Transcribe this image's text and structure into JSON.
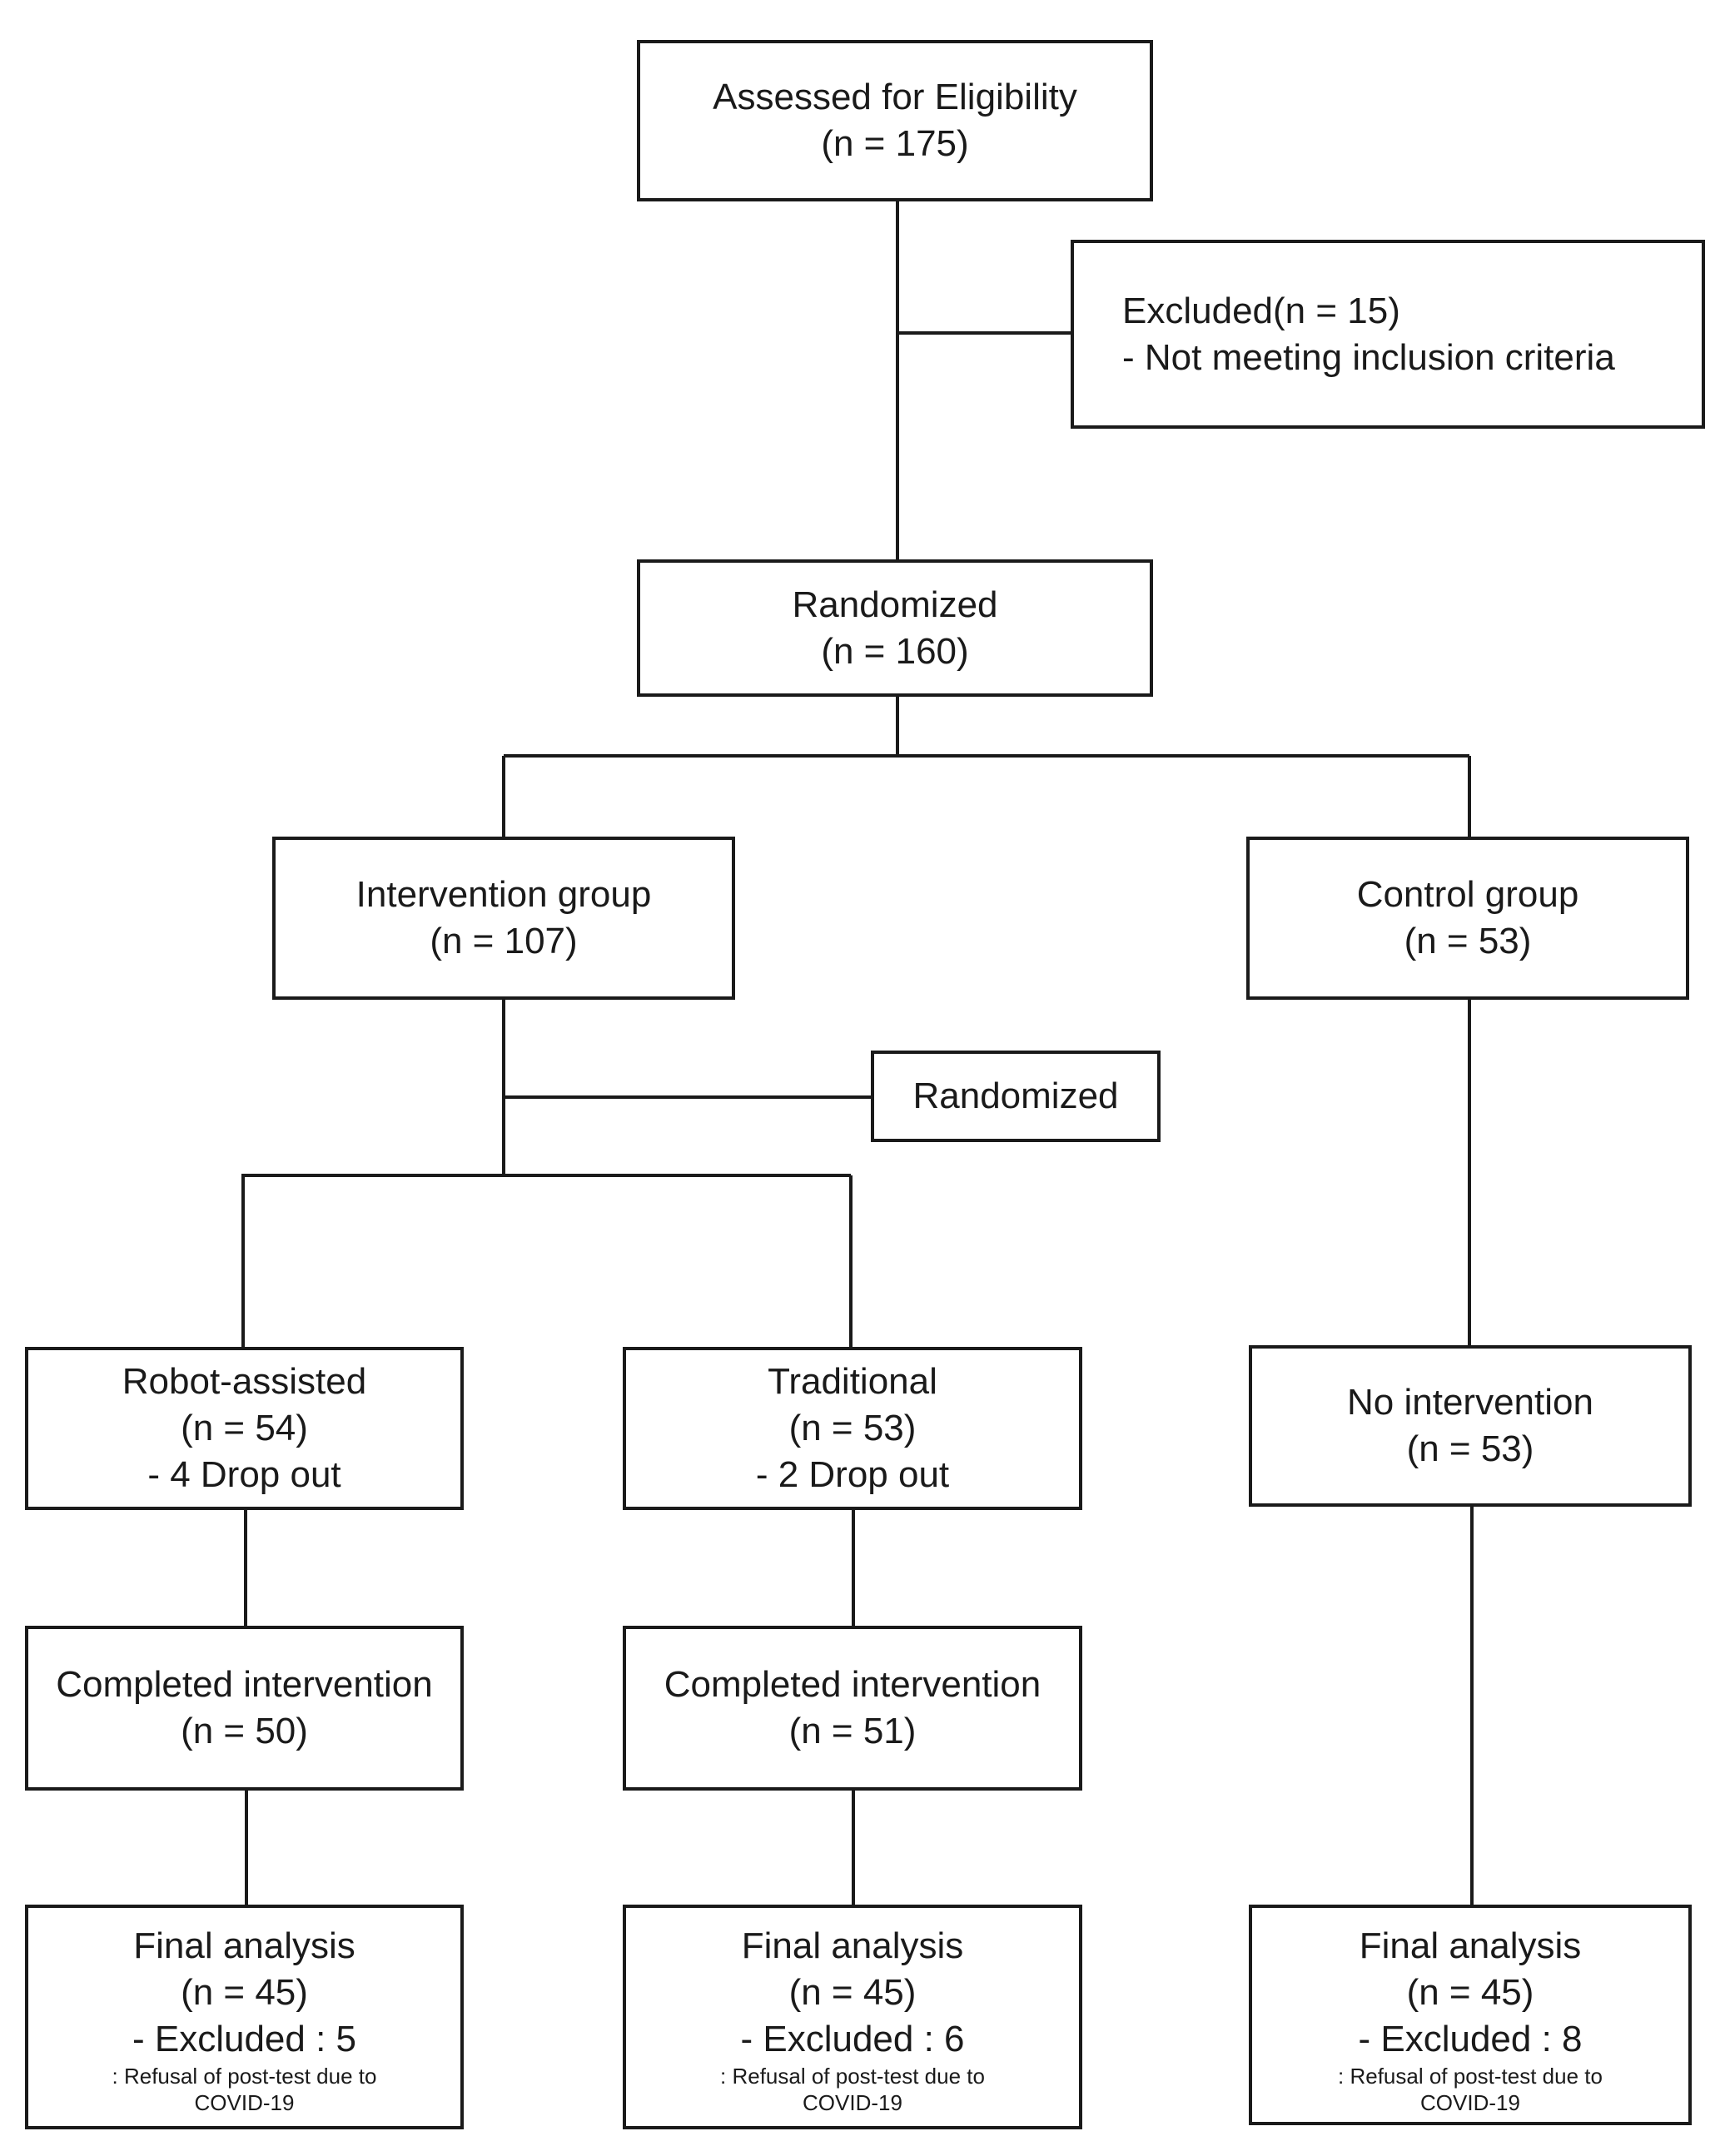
{
  "boxes": {
    "assessed": {
      "line1": "Assessed for Eligibility",
      "line2": "(n = 175)"
    },
    "excluded": {
      "line1": "Excluded(n = 15)",
      "line2": "- Not meeting inclusion criteria"
    },
    "randomized": {
      "line1": "Randomized",
      "line2": "(n = 160)"
    },
    "intervention": {
      "line1": "Intervention group",
      "line2": "(n = 107)"
    },
    "control": {
      "line1": "Control group",
      "line2": "(n = 53)"
    },
    "randomized_small": {
      "line1": "Randomized"
    },
    "robot": {
      "line1": "Robot-assisted",
      "line2": "(n = 54)",
      "line3": "-   4 Drop out"
    },
    "traditional": {
      "line1": "Traditional",
      "line2": "(n = 53)",
      "line3": "- 2 Drop out"
    },
    "no_intervention": {
      "line1": "No intervention",
      "line2": "(n = 53)"
    },
    "completed_robot": {
      "line1": "Completed intervention",
      "line2": "(n = 50)"
    },
    "completed_traditional": {
      "line1": "Completed intervention",
      "line2": "(n = 51)"
    },
    "final_robot": {
      "line1": "Final analysis",
      "line2": "(n = 45)",
      "line3": "-   Excluded : 5",
      "note1": ": Refusal of post-test due to",
      "note2": "COVID-19"
    },
    "final_traditional": {
      "line1": "Final analysis",
      "line2": "(n = 45)",
      "line3": "-   Excluded : 6",
      "note1": ": Refusal of post-test due to",
      "note2": "COVID-19"
    },
    "final_control": {
      "line1": "Final analysis",
      "line2": "(n = 45)",
      "line3": "-   Excluded : 8",
      "note1": ": Refusal of post-test due to",
      "note2": "COVID-19"
    }
  },
  "colors": {
    "line": "#1a1a1a",
    "box_border": "#1a1a1a",
    "background": "#ffffff"
  }
}
